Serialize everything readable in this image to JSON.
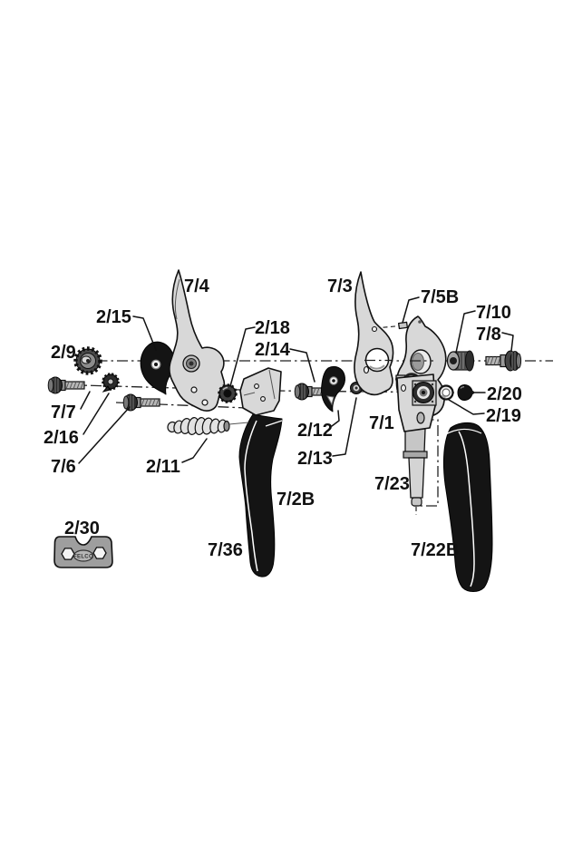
{
  "page": {
    "background": "#ffffff"
  },
  "diagram": {
    "type": "exploded-parts-diagram",
    "subject": "pruning-shears",
    "stamp_text": "FELCO",
    "colors": {
      "background": "#ffffff",
      "outline": "#111111",
      "metal_light": "#d8d8d8",
      "metal_mid": "#9a9a9a",
      "dark_part": "#141414"
    },
    "labels": {
      "p7_4": "7/4",
      "p2_15": "2/15",
      "p2_9": "2/9",
      "p7_7": "7/7",
      "p2_16": "2/16",
      "p7_6": "7/6",
      "p2_11": "2/11",
      "p2_30": "2/30",
      "p7_36": "7/36",
      "p7_2B": "7/2B",
      "p2_18": "2/18",
      "p2_14": "2/14",
      "p2_12": "2/12",
      "p2_13": "2/13",
      "p7_3": "7/3",
      "p7_5B": "7/5B",
      "p7_10": "7/10",
      "p7_8": "7/8",
      "p2_20": "2/20",
      "p2_19": "2/19",
      "p7_1": "7/1",
      "p7_23": "7/23",
      "p7_22B": "7/22B"
    }
  }
}
